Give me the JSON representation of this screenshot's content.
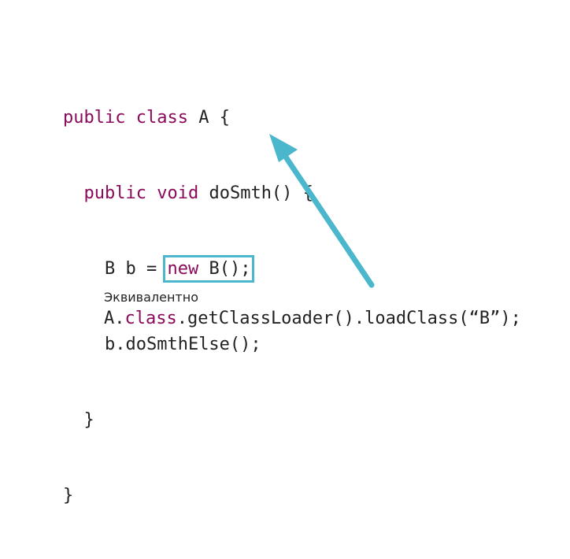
{
  "code": {
    "line1": {
      "kw1": "public",
      "kw2": "class",
      "rest": " A {"
    },
    "line2": {
      "indent": "  ",
      "kw1": "public",
      "kw2": "void",
      "rest": " doSmth() {"
    },
    "line3": {
      "indent": "    ",
      "before": "B b = ",
      "kw": "new",
      "rest": " B();"
    },
    "line4": {
      "indent": "    ",
      "text": "b.doSmthElse();"
    },
    "line5": {
      "indent": "  ",
      "text": "}"
    },
    "line6": {
      "text": "}"
    }
  },
  "equivalent": {
    "label": "Эквивалентно",
    "prefix": "A.",
    "kw": "class",
    "rest": ".getClassLoader().loadClass(“B”);"
  },
  "colors": {
    "keyword": "#8b0a5a",
    "accent": "#4ab7cc"
  }
}
